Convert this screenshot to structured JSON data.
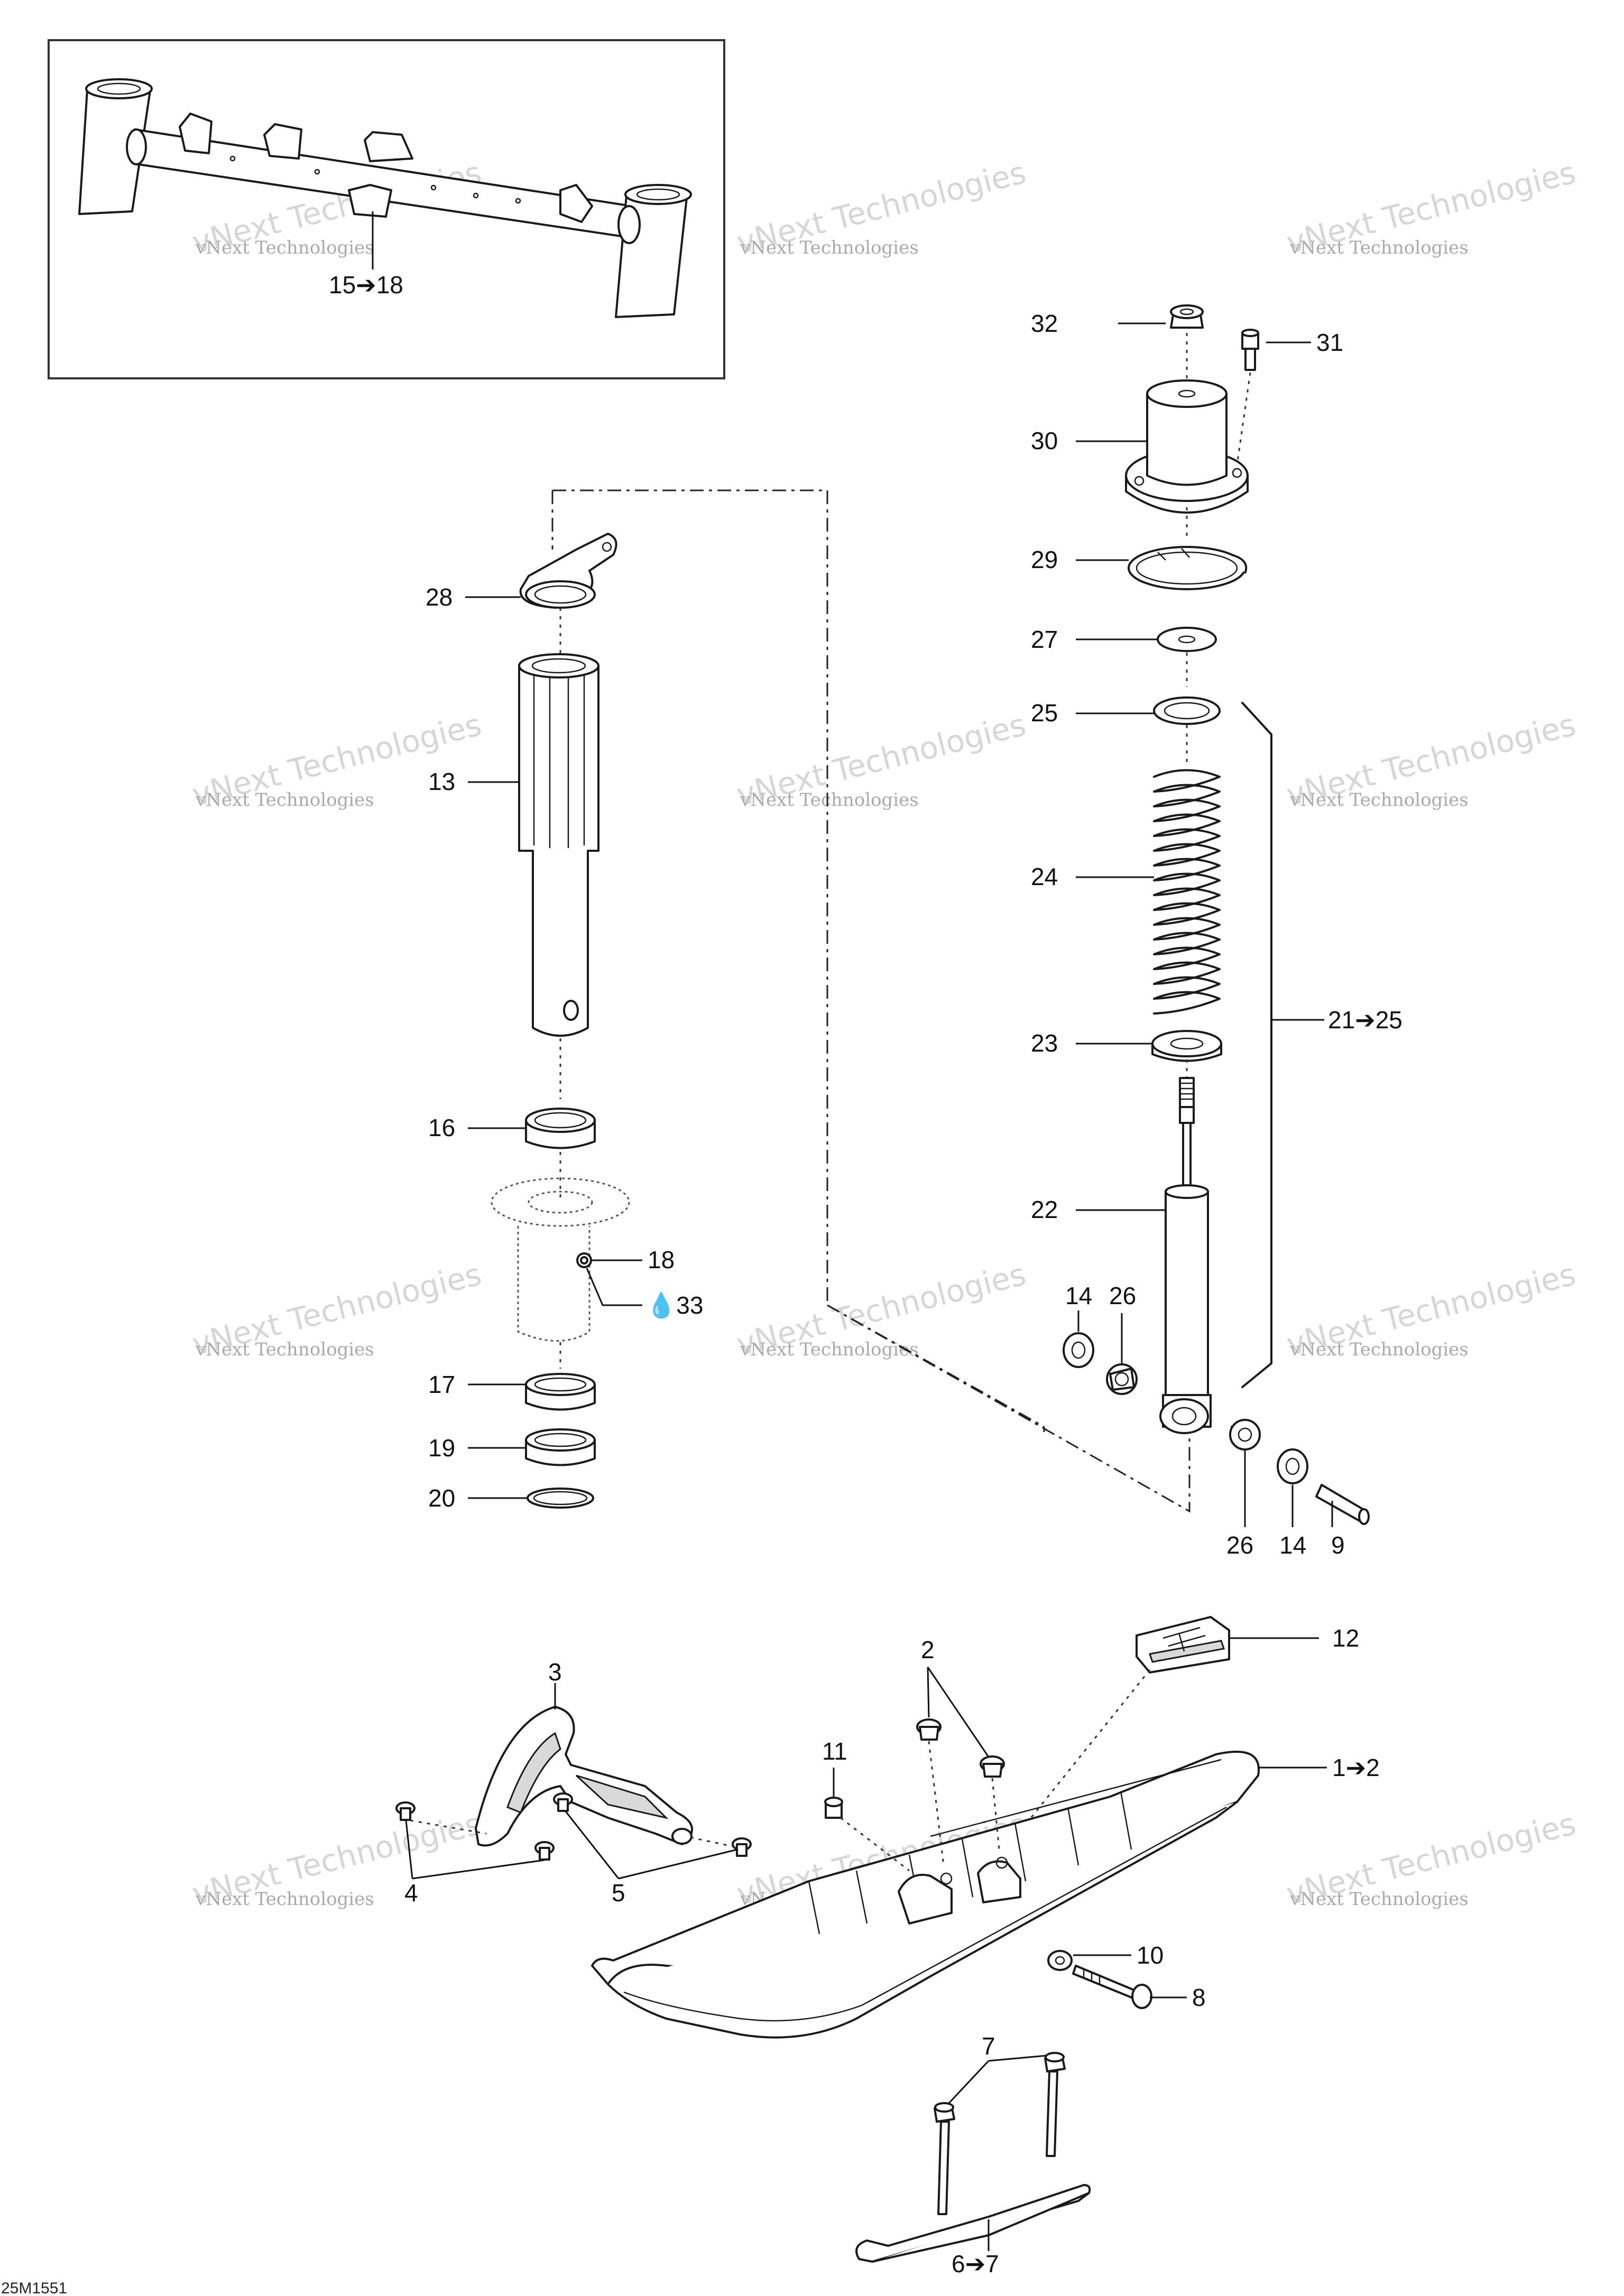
{
  "diagram_id": "25M1551",
  "watermark": {
    "line1": "vNext Technologies",
    "line2": "vNext Technologies"
  },
  "inset": {
    "callout": "15➔18"
  },
  "callouts": [
    {
      "id": "c32",
      "text": "32"
    },
    {
      "id": "c31",
      "text": "31"
    },
    {
      "id": "c30",
      "text": "30"
    },
    {
      "id": "c29",
      "text": "29"
    },
    {
      "id": "c28",
      "text": "28"
    },
    {
      "id": "c27",
      "text": "27"
    },
    {
      "id": "c25",
      "text": "25"
    },
    {
      "id": "c13",
      "text": "13"
    },
    {
      "id": "c24",
      "text": "24"
    },
    {
      "id": "c21_25",
      "text": "21➔25"
    },
    {
      "id": "c23",
      "text": "23"
    },
    {
      "id": "c16",
      "text": "16"
    },
    {
      "id": "c22",
      "text": "22"
    },
    {
      "id": "c18",
      "text": "18"
    },
    {
      "id": "c33",
      "text": "💧33"
    },
    {
      "id": "c14a",
      "text": "14"
    },
    {
      "id": "c26a",
      "text": "26"
    },
    {
      "id": "c17",
      "text": "17"
    },
    {
      "id": "c19",
      "text": "19"
    },
    {
      "id": "c20",
      "text": "20"
    },
    {
      "id": "c26b",
      "text": "26"
    },
    {
      "id": "c14b",
      "text": "14"
    },
    {
      "id": "c9",
      "text": "9"
    },
    {
      "id": "c12",
      "text": "12"
    },
    {
      "id": "c2",
      "text": "2"
    },
    {
      "id": "c3",
      "text": "3"
    },
    {
      "id": "c11",
      "text": "11"
    },
    {
      "id": "c1_2",
      "text": "1➔2"
    },
    {
      "id": "c4",
      "text": "4"
    },
    {
      "id": "c5",
      "text": "5"
    },
    {
      "id": "c10",
      "text": "10"
    },
    {
      "id": "c8",
      "text": "8"
    },
    {
      "id": "c7",
      "text": "7"
    },
    {
      "id": "c6_7",
      "text": "6➔7"
    }
  ]
}
